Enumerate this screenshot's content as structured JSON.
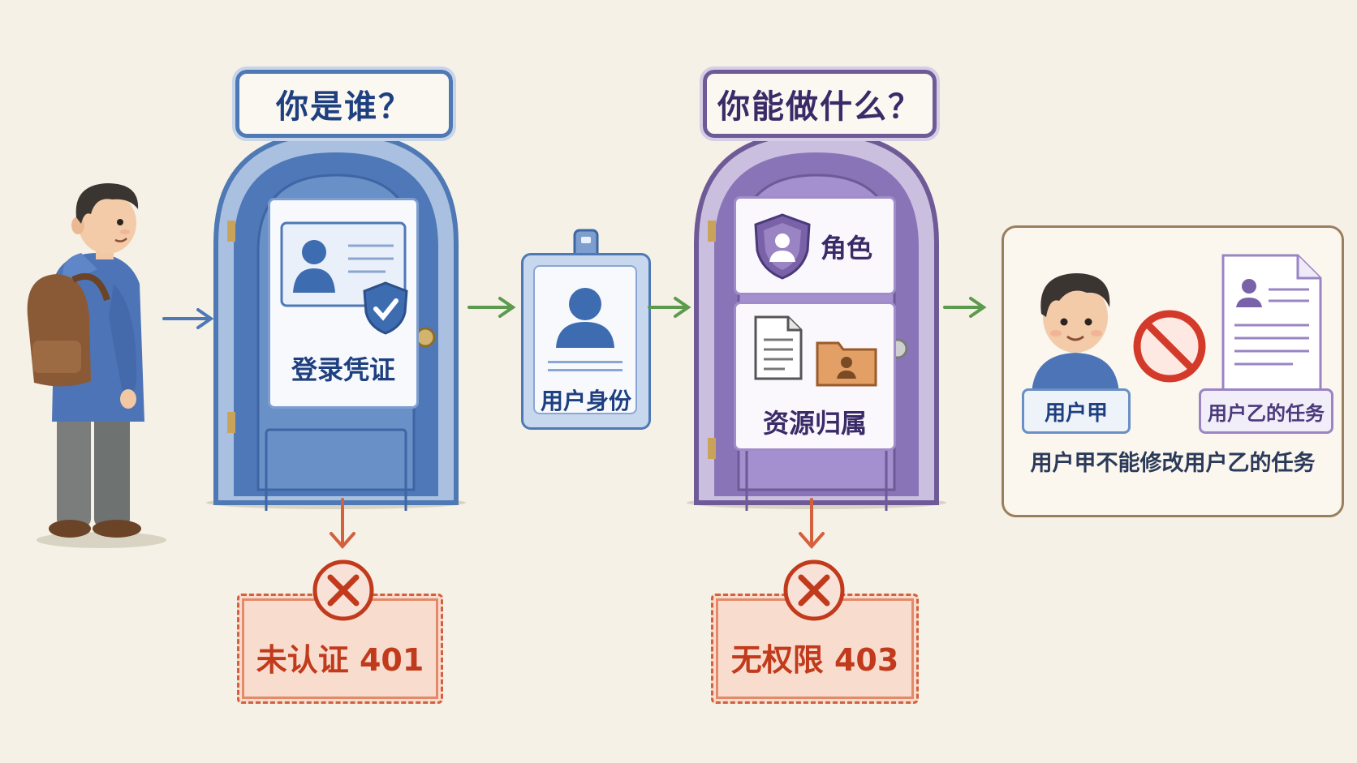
{
  "doors": {
    "authn": {
      "sign": "你是谁？",
      "panel_label": "登录凭证"
    },
    "authz": {
      "sign": "你能做什么？",
      "role_label": "角色",
      "resource_label": "资源归属"
    }
  },
  "badge": {
    "label": "用户身份"
  },
  "errors": {
    "authn": "未认证 401",
    "authz": "无权限 403"
  },
  "example": {
    "user_a": "用户甲",
    "task_b": "用户乙的任务",
    "caption": "用户甲不能修改用户乙的任务"
  },
  "colors": {
    "background": "#f6f1e6",
    "authn_blue": "#4e79b5",
    "authz_purple": "#7a62a8",
    "flow_green": "#5c9a4e",
    "error_red": "#d4603e"
  }
}
